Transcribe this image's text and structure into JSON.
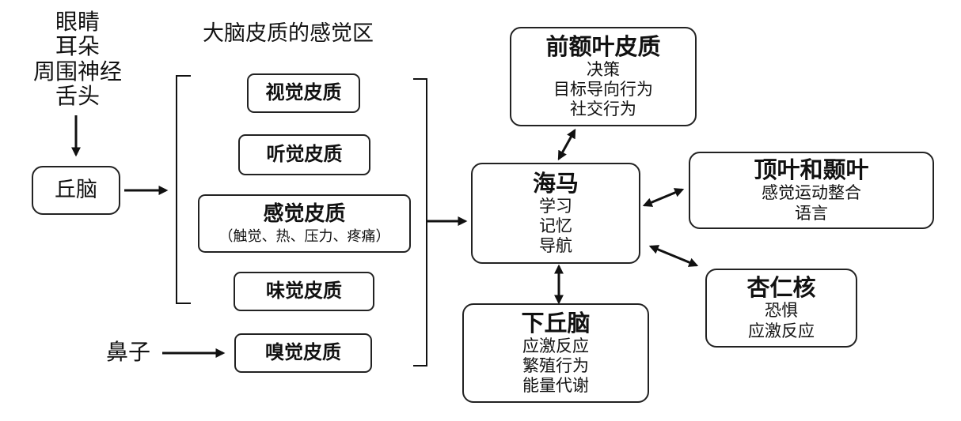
{
  "inputs": {
    "senses": [
      "眼睛",
      "耳朵",
      "周围神经",
      "舌头"
    ],
    "nose": "鼻子"
  },
  "thalamus": "丘脑",
  "cortex": {
    "title": "大脑皮质的感觉区",
    "visual": "视觉皮质",
    "auditory": "听觉皮质",
    "sensory": {
      "title": "感觉皮质",
      "detail": "（触觉、热、压力、疼痛）"
    },
    "taste": "味觉皮质",
    "smell": "嗅觉皮质"
  },
  "hippocampus": {
    "title": "海马",
    "items": [
      "学习",
      "记忆",
      "导航"
    ]
  },
  "prefrontal": {
    "title": "前额叶皮质",
    "items": [
      "决策",
      "目标导向行为",
      "社交行为"
    ]
  },
  "parietal_temporal": {
    "title": "顶叶和颞叶",
    "items": [
      "感觉运动整合",
      "语言"
    ]
  },
  "amygdala": {
    "title": "杏仁核",
    "items": [
      "恐惧",
      "应激反应"
    ]
  },
  "hypothalamus": {
    "title": "下丘脑",
    "items": [
      "应激反应",
      "繁殖行为",
      "能量代谢"
    ]
  }
}
